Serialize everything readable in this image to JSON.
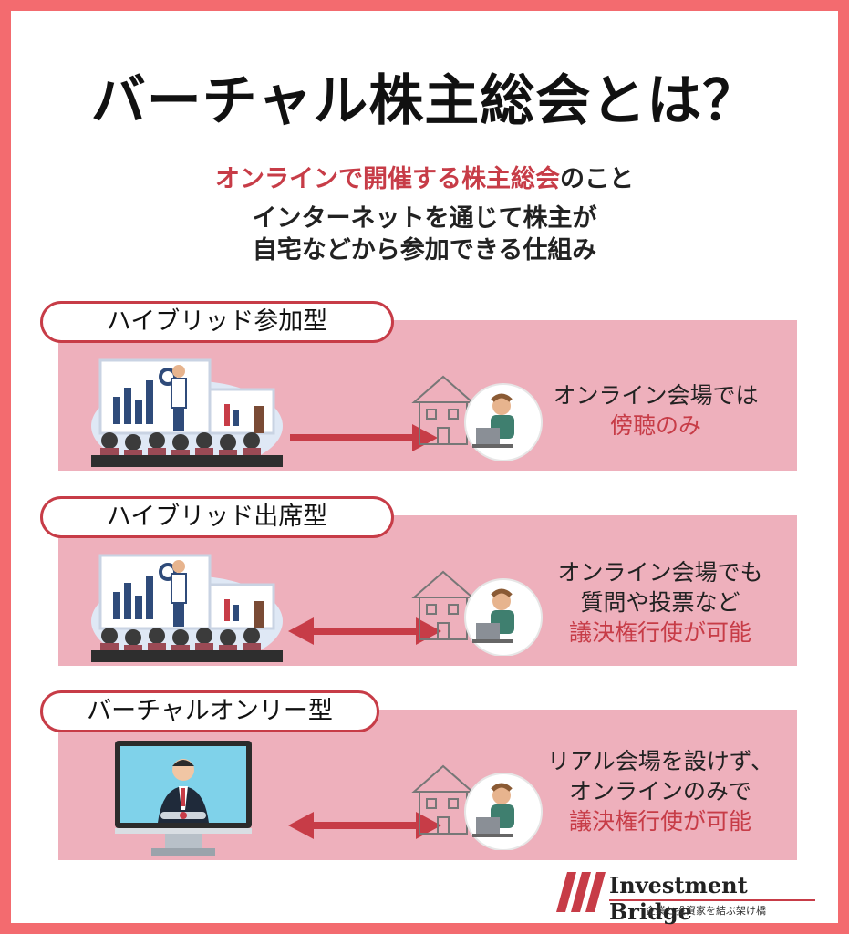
{
  "header": {
    "title": "バーチャル株主総会とは？",
    "line1_red": "オンラインで開催する株主総会",
    "line1_black": "のこと",
    "line2": "インターネットを通じて株主が",
    "line3": "自宅などから参加できる仕組み"
  },
  "types": [
    {
      "label": "ハイブリッド参加型",
      "desc_black": [
        "オンライン会場では"
      ],
      "desc_red": "傍聴のみ",
      "arrow": "one-way"
    },
    {
      "label": "ハイブリッド出席型",
      "desc_black": [
        "オンライン会場でも",
        "質問や投票など"
      ],
      "desc_red": "議決権行使が可能",
      "arrow": "two-way"
    },
    {
      "label": "バーチャルオンリー型",
      "desc_black": [
        "リアル会場を設けず、",
        "オンラインのみで"
      ],
      "desc_red": "議決権行使が可能",
      "arrow": "two-way"
    }
  ],
  "logo": {
    "name": "Investment Bridge",
    "tagline": "企業と投資家を結ぶ架け橋"
  },
  "colors": {
    "frame": "#f36b6f",
    "accent": "#c73c47",
    "panel": "#eeb0bc"
  }
}
